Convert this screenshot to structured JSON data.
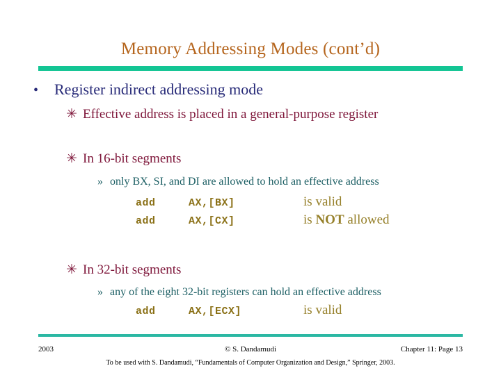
{
  "slide": {
    "title": "Memory Addressing Modes (cont’d)",
    "accent_color": "#13C594",
    "title_color": "#B5651D",
    "level1_color": "#272A78",
    "level2_color": "#7D1438",
    "level3_color": "#1B5E63",
    "code_color": "#8A7016"
  },
  "content": {
    "bullet1": {
      "marker": "•",
      "text": "Register indirect addressing mode"
    },
    "sub1": {
      "marker": "✳",
      "text": "Effective address is placed in a general-purpose register"
    },
    "sub2": {
      "marker": "✳",
      "text": "In 16-bit segments"
    },
    "sub2_detail": {
      "marker": "»",
      "text": "only BX, SI, and DI are allowed to hold an effective address"
    },
    "code16": [
      {
        "mnemonic": "add",
        "operand": "AX,[BX]",
        "note_prefix": "is ",
        "note_bold": "",
        "note_suffix": "valid"
      },
      {
        "mnemonic": "add",
        "operand": "AX,[CX]",
        "note_prefix": "is ",
        "note_bold": "NOT",
        "note_suffix": " allowed"
      }
    ],
    "sub3": {
      "marker": "✳",
      "text": "In 32-bit segments"
    },
    "sub3_detail": {
      "marker": "»",
      "text": "any of the eight 32-bit registers can hold an effective address"
    },
    "code32": [
      {
        "mnemonic": "add",
        "operand": "AX,[ECX]",
        "note_prefix": "is ",
        "note_bold": "",
        "note_suffix": "valid"
      }
    ]
  },
  "footer": {
    "year": "2003",
    "copyright": "© S. Dandamudi",
    "chapter": "Chapter 11: Page 13",
    "attribution": "To be used with S. Dandamudi, “Fundamentals of Computer Organization and Design,” Springer, 2003."
  }
}
